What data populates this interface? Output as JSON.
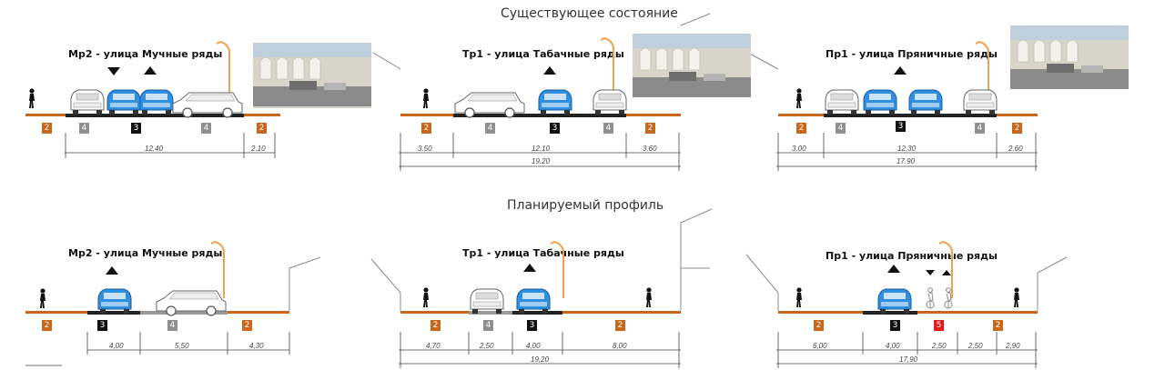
{
  "headings": {
    "existing": "Существующее состояние",
    "planned": "Планируемый профиль"
  },
  "sections": [
    {
      "title": "Мр2 - улица Мучные ряды",
      "labels": [
        "2",
        "4",
        "3",
        "4",
        "2"
      ],
      "dims": [
        "12.40",
        "2.10"
      ],
      "total": ""
    },
    {
      "title": "Тр1 - улица Табачные ряды",
      "labels": [
        "2",
        "4",
        "3",
        "4",
        "2"
      ],
      "dims": [
        "3.50",
        "12.10",
        "3.60"
      ],
      "total": "19.20"
    },
    {
      "title": "Пр1 - улица Пряничные ряды",
      "labels": [
        "2",
        "4",
        "3",
        "4",
        "2"
      ],
      "dims": [
        "3.00",
        "12.30",
        "2.60"
      ],
      "total": "17.90"
    },
    {
      "title": "Мр2 - улица Мучные ряды",
      "labels": [
        "2",
        "3",
        "4",
        "2"
      ],
      "dims": [
        "4,00",
        "5,50",
        "4,30"
      ],
      "total": ""
    },
    {
      "title": "Тр1 - улица Табачные ряды",
      "labels": [
        "2",
        "4",
        "3",
        "2"
      ],
      "dims": [
        "4,70",
        "2,50",
        "4,00",
        "8,00"
      ],
      "total": "19,20"
    },
    {
      "title": "Пр1 - улица Пряничные ряды",
      "labels": [
        "2",
        "3",
        "5",
        "2"
      ],
      "dims": [
        "6,00",
        "4,00",
        "2,50",
        "2,50",
        "2,90"
      ],
      "total": "17,90"
    }
  ],
  "icons": [
    "pedestrian-icon",
    "car-icon",
    "wagon-icon",
    "lamp-post-icon",
    "cyclist-icon",
    "direction-arrow-icon",
    "street-photo"
  ],
  "colors": {
    "ground": "#c8661a",
    "road": "#222222",
    "label_grey": "#8f8f8f",
    "label_black": "#111111",
    "label_red": "#e61a1a",
    "car_blue": "#2f8fe0",
    "lamp": "#f2a24a"
  }
}
